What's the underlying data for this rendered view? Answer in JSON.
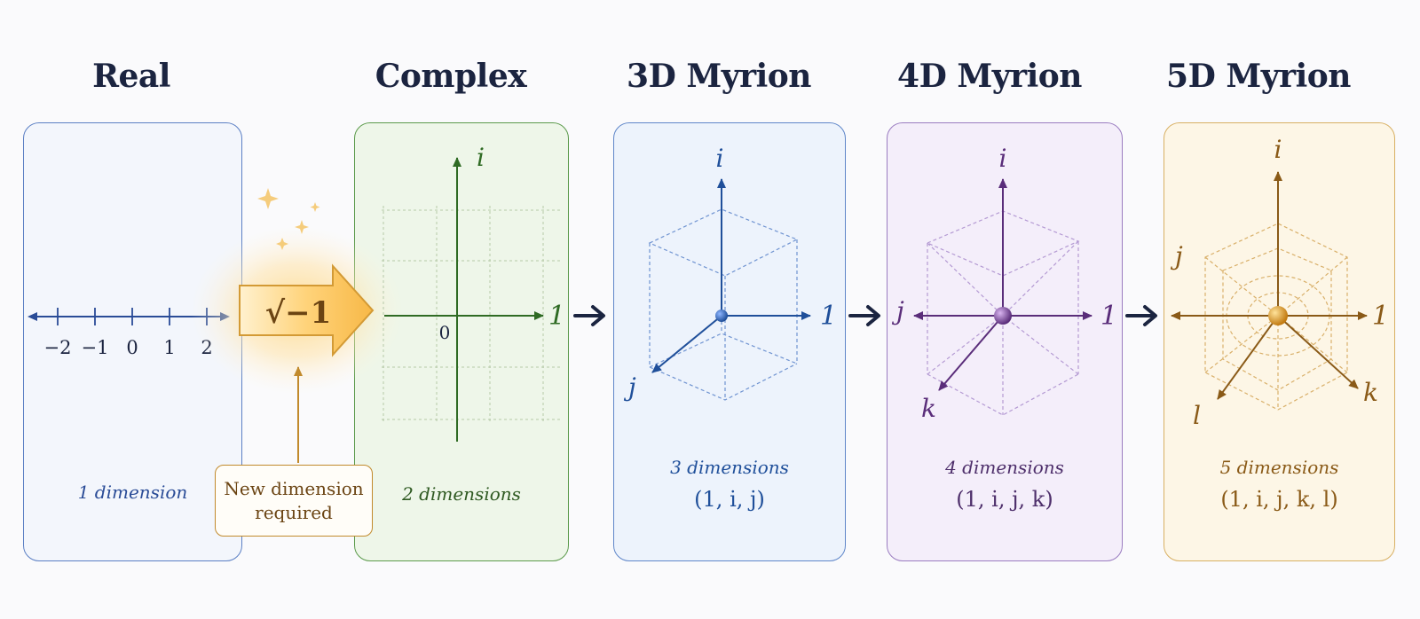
{
  "titles": {
    "real": "Real",
    "complex": "Complex",
    "myrion3": "3D Myrion",
    "myrion4": "4D Myrion",
    "myrion5": "5D Myrion"
  },
  "captions": {
    "real": "1 dimension",
    "complex": "2 dimensions",
    "myrion3": "3 dimensions",
    "myrion4": "4 dimensions",
    "myrion5": "5 dimensions"
  },
  "basis": {
    "myrion3": "(1, i, j)",
    "myrion4": "(1, i, j, k)",
    "myrion5": "(1, i, j, k, l)"
  },
  "real_ticks": [
    "−2",
    "−1",
    "0",
    "1",
    "2"
  ],
  "transition": {
    "label": "√−1"
  },
  "callout": {
    "line1": "New dimension",
    "line2": "required"
  },
  "axis_labels": {
    "complex": {
      "i": "i",
      "one": "1",
      "origin": "0"
    },
    "myrion3": {
      "i": "i",
      "one": "1",
      "j": "j"
    },
    "myrion4": {
      "i": "i",
      "one": "1",
      "j": "j",
      "k": "k"
    },
    "myrion5": {
      "i": "i",
      "one": "1",
      "j": "j",
      "k": "k",
      "l": "l"
    }
  },
  "colors": {
    "real": "#2a4c97",
    "complex": "#2f6b24",
    "myrion3": "#1f4f9a",
    "myrion4": "#5a2d7a",
    "myrion5": "#8a5a17",
    "accent_gold": "#e8a53a",
    "arrow_dark": "#1b2440"
  }
}
